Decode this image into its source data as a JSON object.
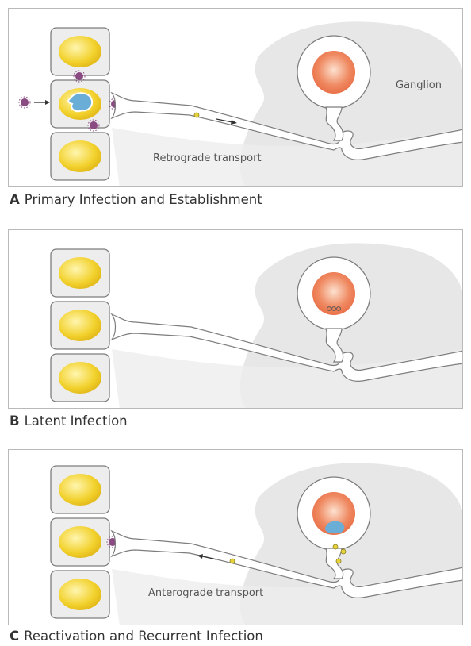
{
  "panels": [
    {
      "letter": "A",
      "caption": "Primary Infection and Establishment",
      "labels": {
        "ganglion": "Ganglion",
        "transport": "Retrograde transport"
      }
    },
    {
      "letter": "B",
      "caption": "Latent Infection"
    },
    {
      "letter": "C",
      "caption": "Reactivation and Recurrent Infection",
      "labels": {
        "transport": "Anterograde transport"
      }
    }
  ],
  "colors": {
    "panel_border": "#b9b9b9",
    "cell_fill": "#ededed",
    "cell_stroke": "#7d7d7d",
    "nucleus": "#f2d12c",
    "nucleus_highlight": "#fff6b0",
    "ganglion_shade": "#e4e4e4",
    "neuron_nucleus": "#ee7a52",
    "neuron_nucleus_highlight": "#fde1cf",
    "viral_dna": "#6aaed8",
    "virus": "#8a4a82",
    "virion_dot": "#e6d23a"
  }
}
